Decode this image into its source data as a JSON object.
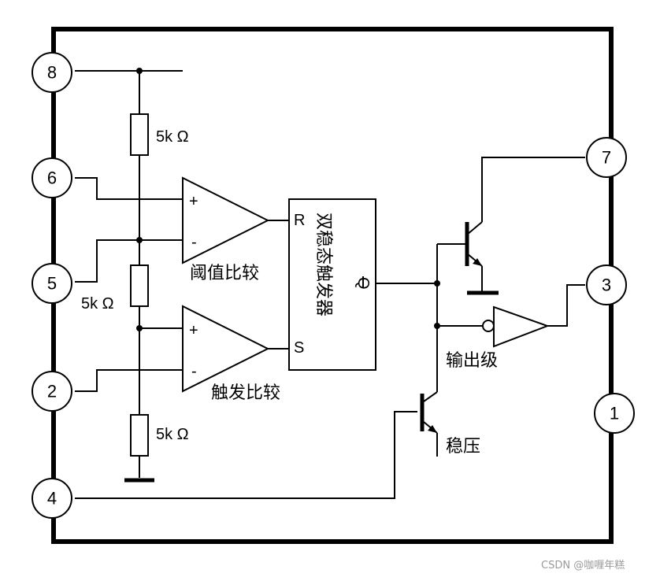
{
  "pins": {
    "p8": "8",
    "p6": "6",
    "p5": "5",
    "p2": "2",
    "p4": "4",
    "p7": "7",
    "p3": "3",
    "p1": "1"
  },
  "resistors": {
    "top": "5k Ω",
    "middle": "5k Ω",
    "bottom": "5k Ω"
  },
  "comparators": {
    "threshold_plus": "+",
    "threshold_minus": "-",
    "threshold_label": "阈值比较",
    "trigger_plus": "+",
    "trigger_minus": "-",
    "trigger_label": "触发比较"
  },
  "flipflop": {
    "label": "双稳态触发器",
    "r": "R",
    "s": "S",
    "qbar": "Q"
  },
  "output_stage": "输出级",
  "regulator": "稳压",
  "watermark": "CSDN @咖喱年糕"
}
